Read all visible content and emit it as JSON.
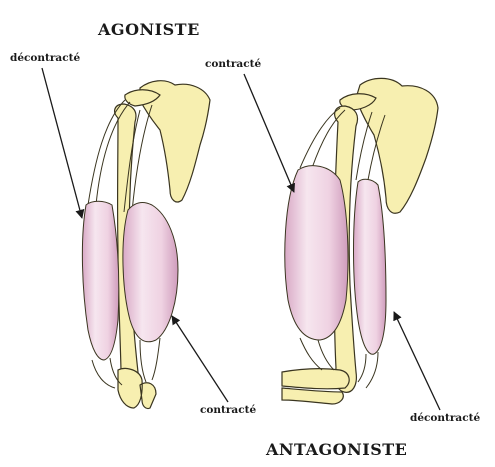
{
  "titles": {
    "top": "AGONISTE",
    "bottom": "ANTAGONISTE"
  },
  "labels": {
    "left_top": "décontracté",
    "right_top": "contracté",
    "left_bottom": "contracté",
    "right_bottom": "décontracté"
  },
  "colors": {
    "bone": "#f7efb0",
    "bone_outline": "#3a3520",
    "muscle": "#f0d8e6",
    "muscle_shade": "#d9a9c6",
    "tendon": "#ffffff",
    "text": "#1a1a1a"
  }
}
